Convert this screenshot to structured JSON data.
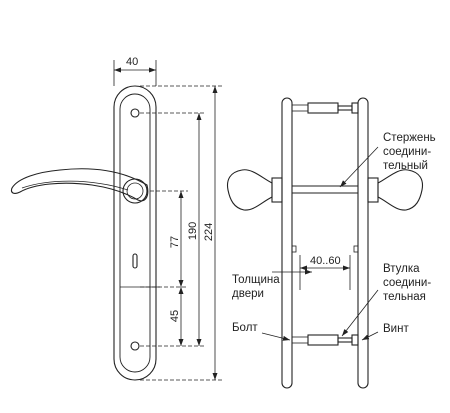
{
  "left_view": {
    "dim_width": "40",
    "dim_total_height": "224",
    "dim_axis_distance": "190",
    "dim_handle_to_key": "77",
    "dim_key_to_bottom": "45"
  },
  "right_view": {
    "door_thickness_range": "40..60",
    "labels": {
      "rod_line1": "Стержень",
      "rod_line2": "соедини-",
      "rod_line3": "тельный",
      "sleeve_line1": "Втулка",
      "sleeve_line2": "соедини-",
      "sleeve_line3": "тельная",
      "thickness_line1": "Толщина",
      "thickness_line2": "двери",
      "bolt": "Болт",
      "screw": "Винт"
    }
  }
}
